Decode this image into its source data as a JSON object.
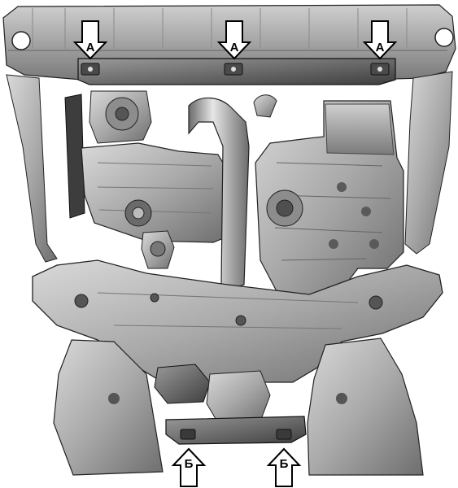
{
  "diagram": {
    "markers": {
      "top": [
        {
          "label": "А",
          "target": "mount-point-left-front"
        },
        {
          "label": "А",
          "target": "mount-point-center-front"
        },
        {
          "label": "А",
          "target": "mount-point-right-front"
        }
      ],
      "bottom": [
        {
          "label": "Б",
          "target": "mount-point-left-rear"
        },
        {
          "label": "Б",
          "target": "mount-point-right-rear"
        }
      ]
    },
    "colors": {
      "metal": "#9a9a9a",
      "metal_light": "#c9c9c9",
      "metal_dark": "#555555",
      "outline": "#222222",
      "arrow_fill": "#ffffff",
      "arrow_stroke": "#000000"
    }
  }
}
